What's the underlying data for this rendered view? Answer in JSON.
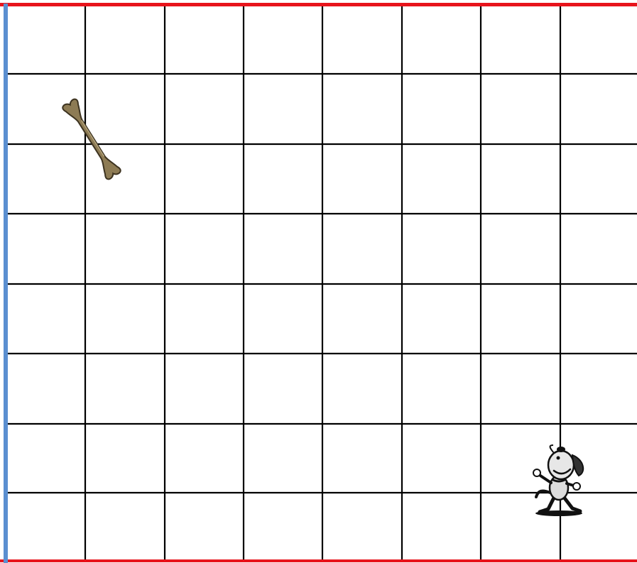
{
  "board": {
    "columns_visible": 8,
    "rows": 8,
    "grid_line_color": "#000000",
    "top_border_color": "#e8141c",
    "bottom_border_color": "#e8141c",
    "left_border_color": "#5b8fd0",
    "background_color": "#ffffff"
  },
  "pieces": {
    "bone": {
      "icon": "bone-icon",
      "column": 1,
      "row_span": [
        2,
        3
      ],
      "note_color": "#7a6a45"
    },
    "dog": {
      "icon": "cartoon-dog-icon",
      "column": 7,
      "row_span": [
        7,
        8
      ],
      "note_color": "#111111"
    }
  }
}
